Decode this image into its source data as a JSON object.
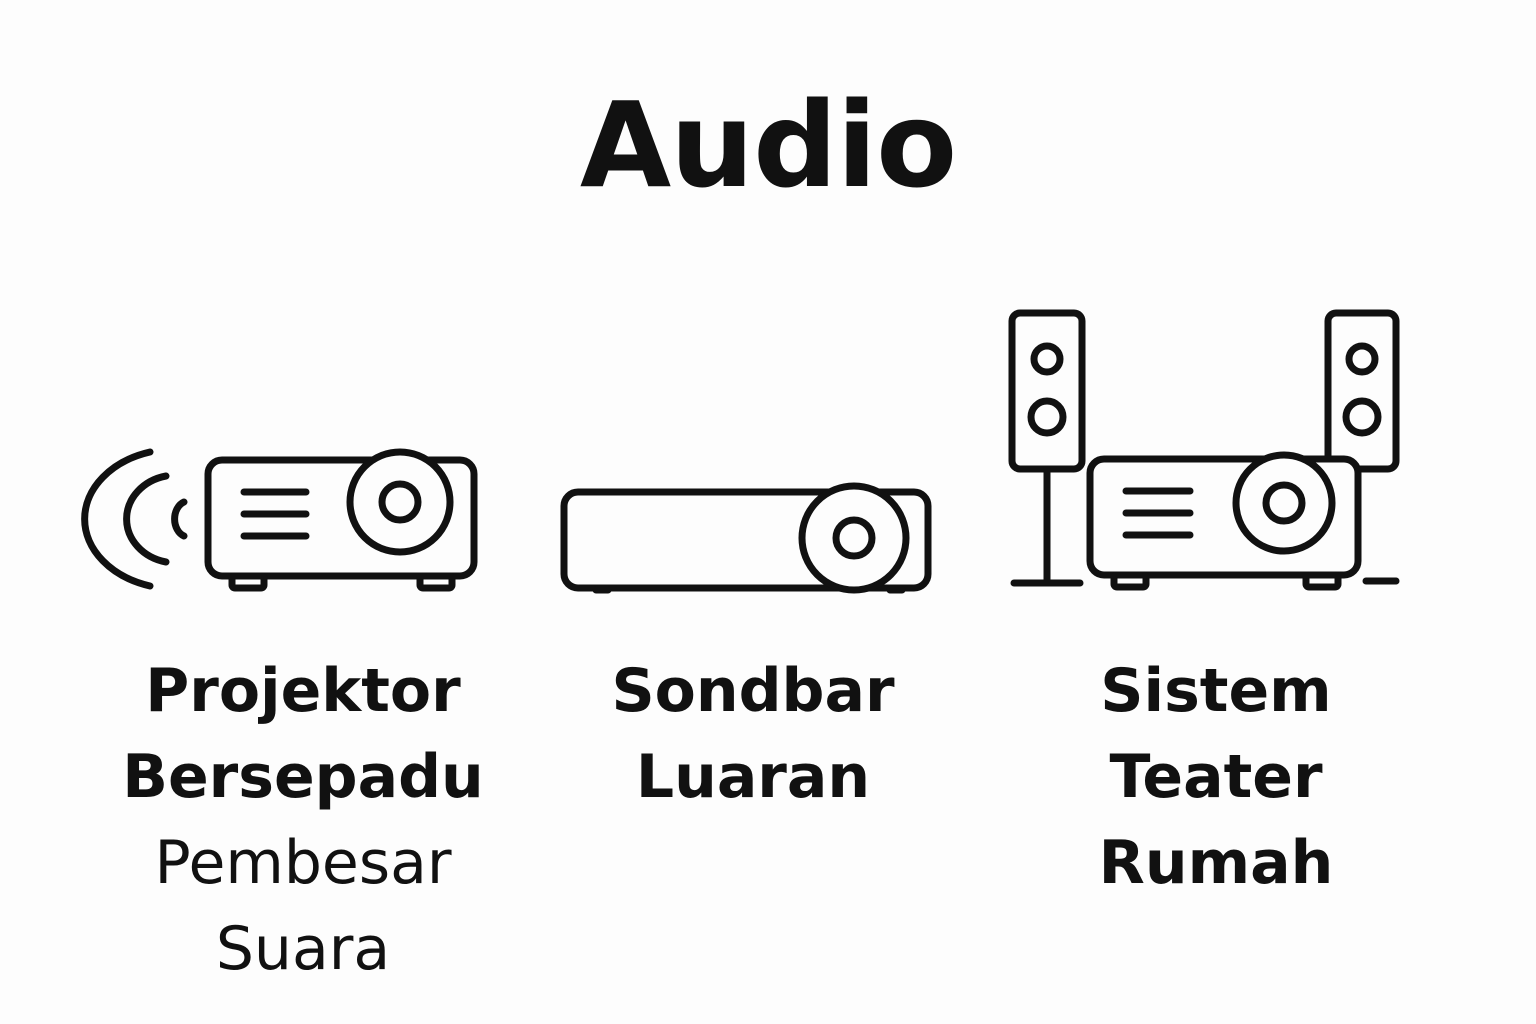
{
  "title": "Audio",
  "items": [
    {
      "icon": "wireless-projector-icon",
      "lines": [
        "Projektor",
        "Bersepadu",
        "Pembesar",
        "Suara"
      ]
    },
    {
      "icon": "projector-icon",
      "lines": [
        "Sondbar",
        "Luaran"
      ]
    },
    {
      "icon": "home-theater-icon",
      "lines": [
        "Sistem",
        "Teater",
        "Rumah"
      ]
    }
  ],
  "colors": {
    "background": "#FDFDFD",
    "stroke": "#111111"
  }
}
